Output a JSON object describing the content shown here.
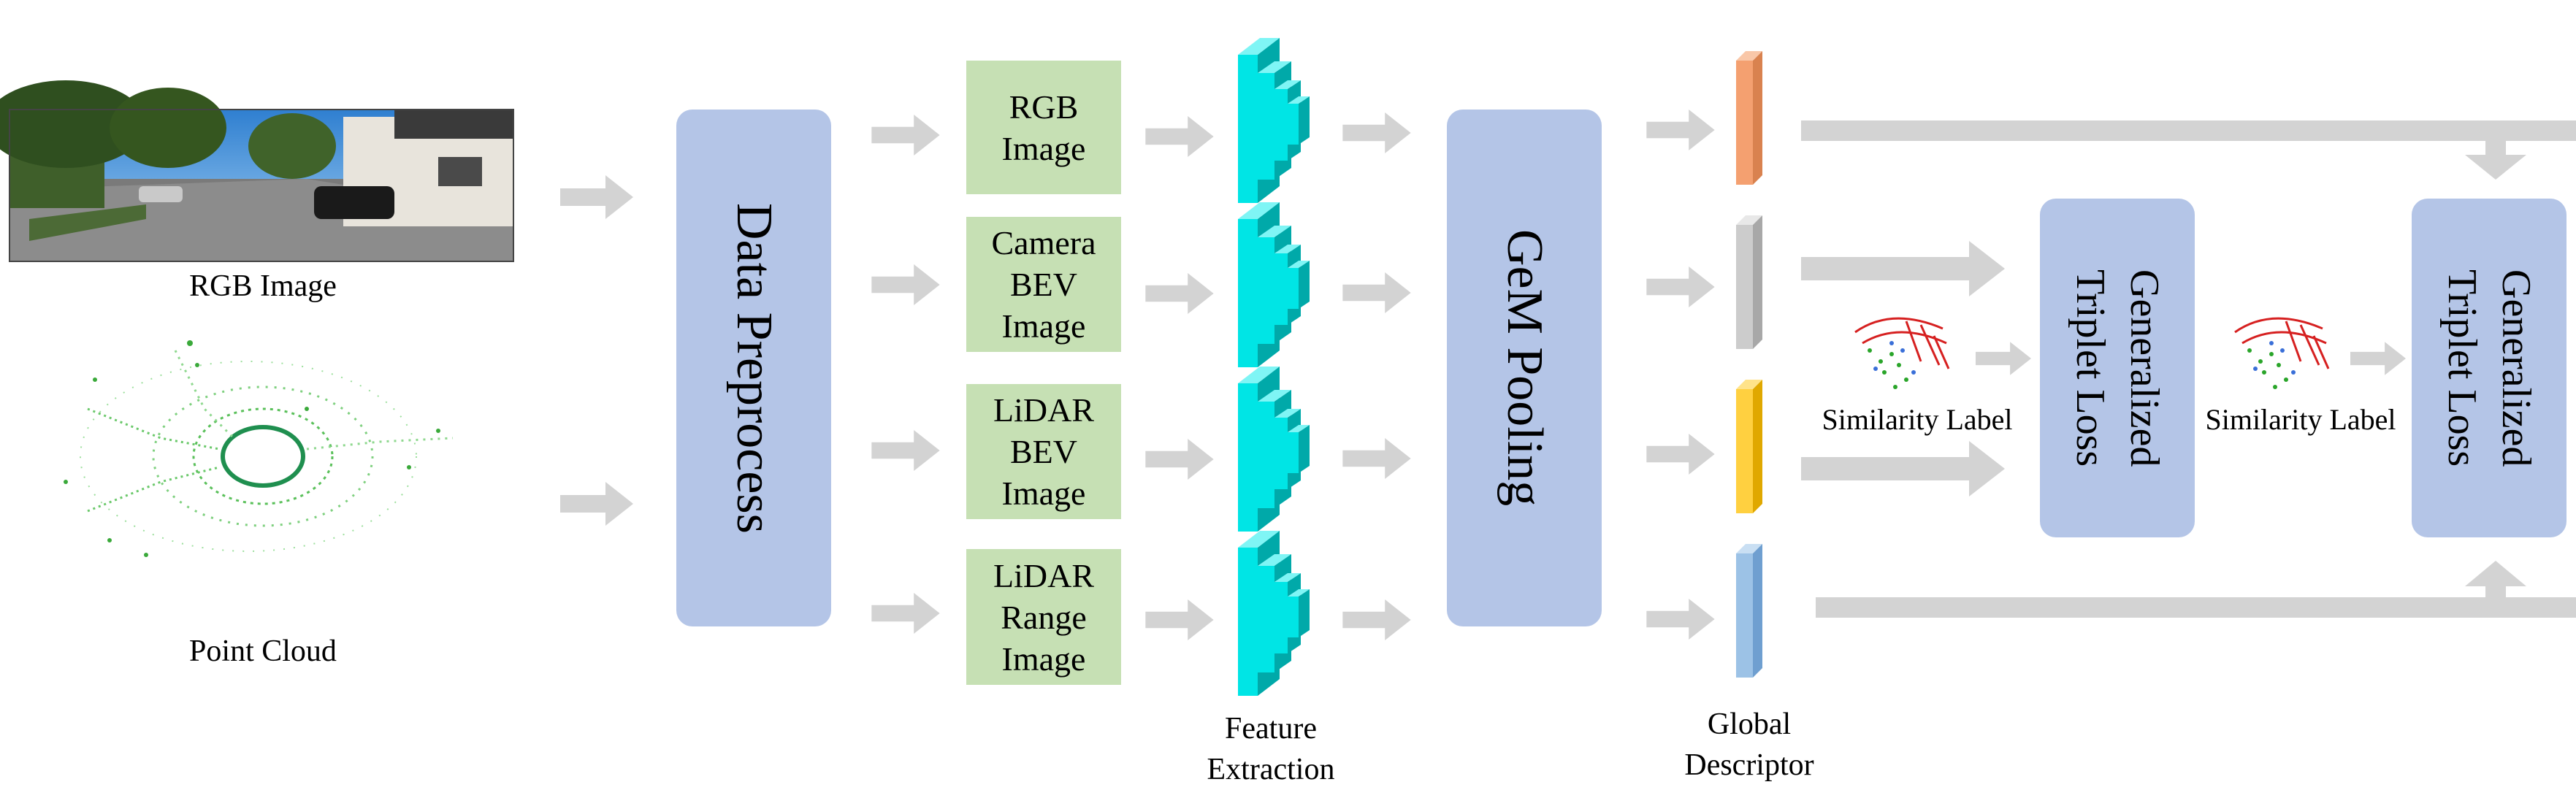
{
  "inputs": {
    "rgb_label": "RGB Image",
    "pc_label": "Point Cloud"
  },
  "preprocess": {
    "label": "Data Preprocess"
  },
  "modalities": [
    {
      "label": "RGB\nImage"
    },
    {
      "label": "Camera\nBEV\nImage"
    },
    {
      "label": "LiDAR\nBEV\nImage"
    },
    {
      "label": "LiDAR\nRange\nImage"
    }
  ],
  "feature_extraction": {
    "label": "Feature\nExtraction"
  },
  "pooling": {
    "label": "GeM Pooling"
  },
  "descriptor": {
    "label": "Global\nDescriptor"
  },
  "loss_1": {
    "label": "Generalized\nTriplet Loss"
  },
  "loss_2": {
    "label": "Generalized\nTriplet Loss"
  },
  "similarity_1": {
    "label": "Similarity Label"
  },
  "similarity_2": {
    "label": "Similarity Label"
  },
  "colors": {
    "arrow": "#d3d3d3",
    "process_box": "#b4c5e7",
    "modality_box": "#c6e0b4",
    "cnn_front": "#00e5e5",
    "cnn_side": "#00a9a9",
    "cnn_top": "#7ff5f5",
    "descriptor_orange": "#f4a070",
    "descriptor_gray": "#cccccc",
    "descriptor_yellow": "#ffd040",
    "descriptor_blue": "#9cc2e6"
  }
}
